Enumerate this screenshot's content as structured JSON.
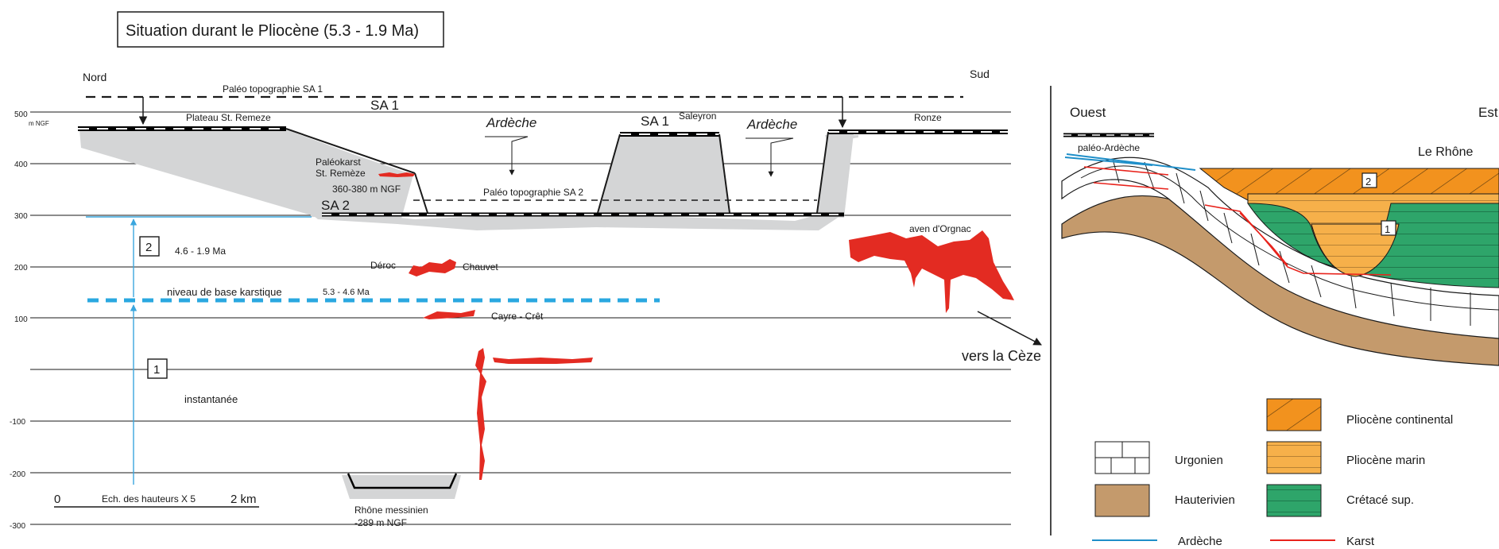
{
  "title": "Situation durant le Pliocène (5.3 - 1.9 Ma)",
  "left_section": {
    "north": "Nord",
    "south": "Sud",
    "unit": "m NGF",
    "y_ticks": [
      "500",
      "400",
      "300",
      "200",
      "100",
      "-100",
      "-200",
      "-300"
    ],
    "labels": {
      "paleo_sa1": "Paléo topographie SA 1",
      "sa1_main": "SA 1",
      "sa1_small": "SA 1",
      "plateau": "Plateau St. Remeze",
      "ardeche_1": "Ardèche",
      "ardeche_2": "Ardèche",
      "saleyron": "Saleyron",
      "ronze": "Ronze",
      "paleokarst_1": "Paléokarst",
      "paleokarst_2": "St. Remèze",
      "paleokarst_3": "360-380 m NGF",
      "paleo_sa2": "Paléo topographie SA 2",
      "sa2": "SA 2",
      "box2": "2",
      "phase2": "4.6 - 1.9 Ma",
      "deroc": "Déroc",
      "chauvet": "Chauvet",
      "aven": "aven d'Orgnac",
      "niveau": "niveau de base karstique",
      "niveau_age": "5.3 - 4.6 Ma",
      "cayre": "Cayre - Crêt",
      "vers": "vers la Cèze",
      "box1": "1",
      "phase1": "instantanée",
      "scale_0": "0",
      "scale_text": "Ech. des hauteurs  X  5",
      "scale_2": "2 km",
      "rhone_1": "Rhône  messinien",
      "rhone_2": "-289 m NGF"
    }
  },
  "right_section": {
    "west": "Ouest",
    "east": "Est",
    "rhone": "Le Rhône",
    "paleo_ardeche": "paléo-Ardèche",
    "box2": "2",
    "box1": "1"
  },
  "legend": {
    "items": [
      {
        "label": "Pliocène continental",
        "color": "#f2921e"
      },
      {
        "label": "Urgonien",
        "color": "#ffffff"
      },
      {
        "label": "Pliocène marin",
        "color": "#f6b04a"
      },
      {
        "label": "Hauterivien",
        "color": "#c49a6c"
      },
      {
        "label": "Crétacé sup.",
        "color": "#2ea56a"
      },
      {
        "label": "Ardèche",
        "color": "#1f8fc9"
      },
      {
        "label": "Karst",
        "color": "#e8231c"
      }
    ]
  },
  "colors": {
    "grey_relief": "#d4d5d6",
    "karst_red": "#e32b22",
    "base_level_blue": "#2aa8e0",
    "arrow_blue": "#3aa6de"
  }
}
